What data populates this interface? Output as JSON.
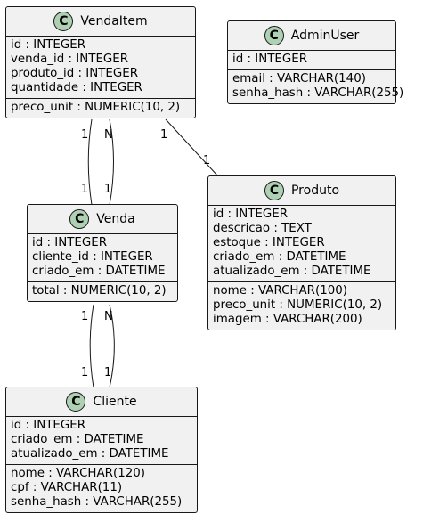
{
  "classes": [
    {
      "id": "vendaitem",
      "name": "VendaItem",
      "badge": "C",
      "attributes": [
        "id : INTEGER",
        "venda_id : INTEGER",
        "produto_id : INTEGER",
        "quantidade : INTEGER"
      ],
      "members": [
        "preco_unit : NUMERIC(10, 2)"
      ]
    },
    {
      "id": "adminuser",
      "name": "AdminUser",
      "badge": "C",
      "attributes": [
        "id : INTEGER"
      ],
      "members": [
        "email : VARCHAR(140)",
        "senha_hash : VARCHAR(255)"
      ]
    },
    {
      "id": "produto",
      "name": "Produto",
      "badge": "C",
      "attributes": [
        "id : INTEGER",
        "descricao : TEXT",
        "estoque : INTEGER",
        "criado_em : DATETIME",
        "atualizado_em : DATETIME"
      ],
      "members": [
        "nome : VARCHAR(100)",
        "preco_unit : NUMERIC(10, 2)",
        "imagem : VARCHAR(200)"
      ]
    },
    {
      "id": "venda",
      "name": "Venda",
      "badge": "C",
      "attributes": [
        "id : INTEGER",
        "cliente_id : INTEGER",
        "criado_em : DATETIME"
      ],
      "members": [
        "total : NUMERIC(10, 2)"
      ]
    },
    {
      "id": "cliente",
      "name": "Cliente",
      "badge": "C",
      "attributes": [
        "id : INTEGER",
        "criado_em : DATETIME",
        "atualizado_em : DATETIME"
      ],
      "members": [
        "nome : VARCHAR(120)",
        "cpf : VARCHAR(11)",
        "senha_hash : VARCHAR(255)"
      ]
    }
  ],
  "relations": [
    {
      "id": "vendaitem-venda-1",
      "from": "VendaItem",
      "to": "Venda",
      "from_card": "1",
      "to_card": "1"
    },
    {
      "id": "vendaitem-venda-2",
      "from": "VendaItem",
      "to": "Venda",
      "from_card": "N",
      "to_card": "1"
    },
    {
      "id": "vendaitem-produto",
      "from": "VendaItem",
      "to": "Produto",
      "from_card": "1",
      "to_card": "1"
    },
    {
      "id": "venda-cliente-1",
      "from": "Venda",
      "to": "Cliente",
      "from_card": "1",
      "to_card": "1"
    },
    {
      "id": "venda-cliente-2",
      "from": "Venda",
      "to": "Cliente",
      "from_card": "N",
      "to_card": "1"
    }
  ],
  "colors": {
    "class_fill": "#f1f1f1",
    "class_border": "#181818",
    "badge_fill": "#add1b2",
    "line": "#181818",
    "text": "#000000"
  }
}
